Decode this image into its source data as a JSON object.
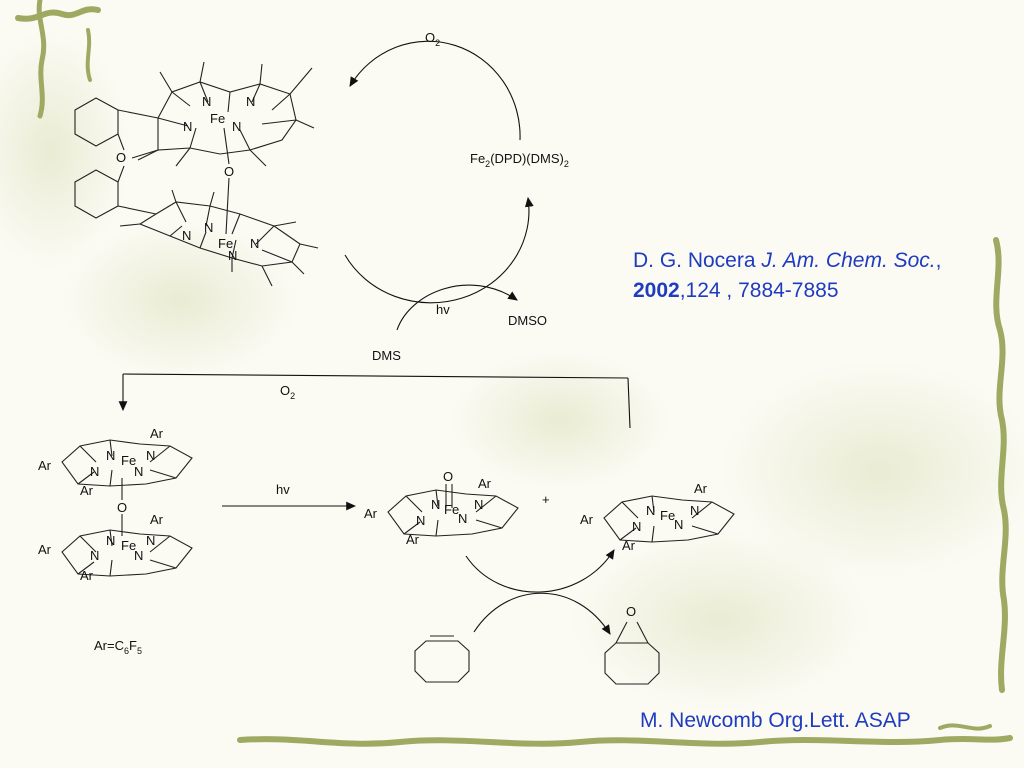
{
  "cycle": {
    "top_reagent": "O",
    "top_reagent_sub": "2",
    "center_pre": "Fe",
    "center_sub1": "2",
    "center_mid": "(DPD)(DMS)",
    "center_sub2": "2",
    "hv": "hv",
    "product": "DMSO",
    "substrate": "DMS"
  },
  "scheme": {
    "o2_label": "O",
    "o2_sub": "2",
    "hv": "hv",
    "plus": "+",
    "ar_def_pre": "Ar=C",
    "ar_def_sub1": "6",
    "ar_def_mid": "F",
    "ar_def_sub2": "5"
  },
  "atoms": {
    "N": "N",
    "Fe": "Fe",
    "O": "O",
    "Ar": "Ar"
  },
  "references": {
    "ref1_author": "D. G. Nocera ",
    "ref1_journal": "J. Am. Chem. Soc.",
    "ref1_sep": ", ",
    "ref1_year": "2002",
    "ref1_rest": ",124 , 7884-7885",
    "ref2": "M. Newcomb Org.Lett. ASAP"
  },
  "colors": {
    "reference_text": "#1f3bbf",
    "background": "#fbfbf4",
    "vine": "#9eaa62"
  }
}
